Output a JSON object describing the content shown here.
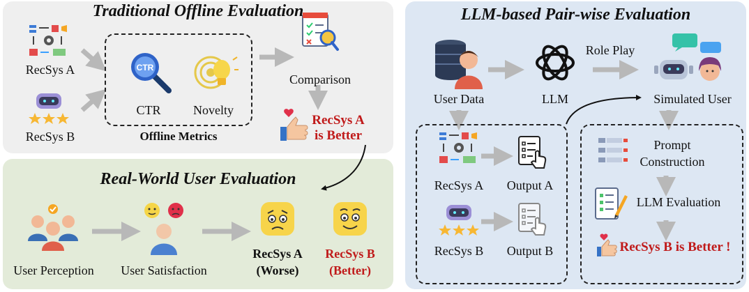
{
  "traditional": {
    "title": "Traditional Offline Evaluation",
    "recsys_a": "RecSys A",
    "recsys_b": "RecSys B",
    "metric_ctr": "CTR",
    "metric_novelty": "Novelty",
    "offline_metrics": "Offline Metrics",
    "comparison": "Comparison",
    "result_line1": "RecSys A",
    "result_line2": "is Better",
    "ctr_badge": "CTR"
  },
  "real_world": {
    "title": "Real-World User Evaluation",
    "user_perception": "User Perception",
    "user_satisfaction": "User Satisfaction",
    "a_name": "RecSys A",
    "a_verdict": "(Worse)",
    "b_name": "RecSys B",
    "b_verdict": "(Better)"
  },
  "llm": {
    "title": "LLM-based Pair-wise Evaluation",
    "user_data": "User Data",
    "llm": "LLM",
    "role_play": "Role Play",
    "simulated_user": "Simulated User",
    "recsys_a": "RecSys A",
    "output_a": "Output A",
    "recsys_b": "RecSys B",
    "output_b": "Output B",
    "prompt_line1": "Prompt",
    "prompt_line2": "Construction",
    "llm_evaluation": "LLM Evaluation",
    "result": "RecSys B is Better !"
  },
  "colors": {
    "trad_bg": "#efefef",
    "real_bg": "#e3ebd9",
    "llm_bg": "#dde7f3",
    "accent_red": "#c01a1a",
    "arrow_gray": "#b8b8b8"
  }
}
